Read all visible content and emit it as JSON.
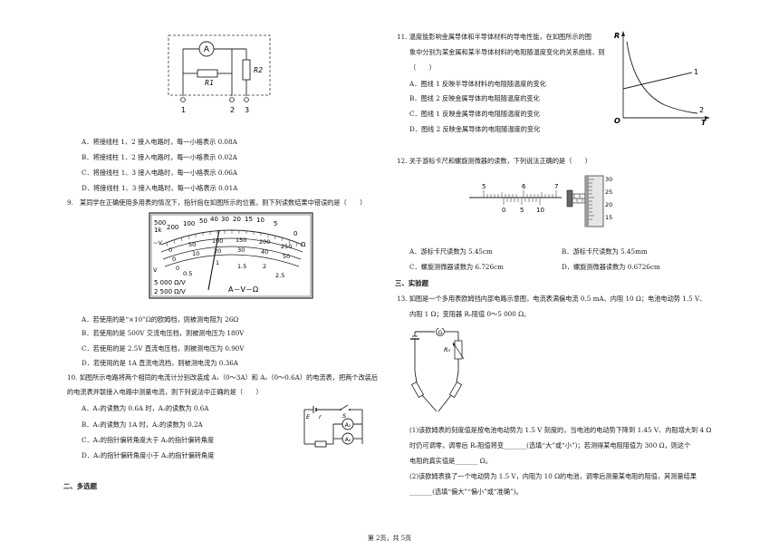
{
  "q8": {
    "options": [
      "A．将接线柱 1、2 接入电路时，每一小格表示 0.08A",
      "B．将接线柱 1、2 接入电路时，每一小格表示 0.02A",
      "C．将接线柱 1、3 接入电路时，每一小格表示 0.06A",
      "D．将接线柱 1、3 接入电路时，每一小格表示 0.01A"
    ],
    "circuit": {
      "meter": "A",
      "r1": "R1",
      "r2": "R2",
      "t1": "1",
      "t2": "2",
      "t3": "3"
    }
  },
  "q9": {
    "stem": "9.　某同学在正确使用多用表的情况下，指针指在如图所示的位置。则下列读数结果中错误的是（　　）",
    "options": [
      "A．若使用的是“×10”Ω的欧姆档，则被测电阻为 26Ω",
      "B．若使用的是 500V 交流电压档，则被测电压为 180V",
      "C．若使用的是 2.5V 直流电压档，则被测电压为 0.90V",
      "D．若使用的是 1A 直流电流档，则被测电流为 0.36A"
    ],
    "meter": {
      "ohm_ticks": [
        "500",
        "1k",
        "200",
        "100",
        "50",
        "40",
        "30",
        "20",
        "15",
        "10",
        "5",
        "0"
      ],
      "dc_ticks": [
        "0",
        "50",
        "100",
        "150",
        "200",
        "250"
      ],
      "mid_ticks": [
        "0",
        "10",
        "20",
        "30",
        "40",
        "50"
      ],
      "low_ticks": [
        "0",
        "0.5",
        "1",
        "1.5",
        "2",
        "2.5"
      ],
      "ac_label": "~V",
      "dc_label": "V",
      "omega": "Ω",
      "spec1": "5 000 Ω/V",
      "spec2": "2 500 Ω/V",
      "brand": "A－V－Ω"
    }
  },
  "q10": {
    "stem1": "10.  如图所示电路将两个相同的电流计分别改装成 A₁（0～3A）和 A₂（0～0.6A）的电流表，把两个改装后",
    "stem2": "的电流表并联接入电路中测量电流，则下列说法中正确的是（　　）",
    "options": [
      "A．A₁的读数为 0.6A 时，A₂的读数为 0.6A",
      "B．A₁的读数为 1A 时，A₂的读数为 0.2A",
      "C．A₁的指针偏转角度大于 A₂的指针偏转角度",
      "D．A₁的指针偏转角度小于 A₂的指针偏转角度"
    ],
    "circuit": {
      "e": "E",
      "r": "r",
      "s": "S",
      "a1": "A₁",
      "a2": "A₂"
    }
  },
  "section_multi": "二、多选题",
  "q11": {
    "stem1": "11.  温度能影响金属导体和半导体材料的导电性能，在如图所示的图",
    "stem2": "象中分别为某金属和某半导体材料的电阻随温度变化的关系曲线，则",
    "stem3": "（　　）",
    "options": [
      "A．图线 1 反映半导体材料的电阻随温度的变化",
      "B．图线 2 反映金属导体的电阻随温度的变化",
      "C．图线 1 反映金属导体的电阻随温度的变化",
      "D．图线 2 反映金属导体的电阻随温度的变化"
    ],
    "graph": {
      "y": "R",
      "x": "T",
      "o": "O",
      "l1": "1",
      "l2": "2"
    }
  },
  "q12": {
    "stem": "12.  关于游标卡尺和螺旋测微器的读数，下列说法正确的是（　　）",
    "options": [
      "A．游标卡尺读数为 5.45cm",
      "B．游标卡尺读数为 5.45mm",
      "C．螺旋测微器读数为 6.726cm",
      "D．螺旋测微器读数为 0.6726cm"
    ],
    "caliper": {
      "main": [
        "5",
        "6",
        "7"
      ],
      "vernier": [
        "0",
        "5",
        "10"
      ]
    },
    "micrometer": [
      "30",
      "25",
      "20",
      "15"
    ]
  },
  "section_exp": "三、实验题",
  "q13": {
    "stem1": "13.  如图是一个多用表欧姆挡内部电路示意图，电流表满偏电流 0.5 mA、内阻 10 Ω；电池电动势 1.5 V、",
    "stem2": "内阻 1 Ω；变阻器 R₀阻值 0～5 000 Ω。",
    "p1a": "(1)该欧姆表的刻度值是按电池电动势为 1.5 V 刻度的，当电池的电动势下降到 1.45 V、内阻增大到 4 Ω",
    "p1b": "时仍可调零，调零后 R₀阻值将变_______(选填“大”或“小”)；若测得某电阻阻值为 300 Ω，则这个",
    "p1c": "电阻的真实值是_______ Ω。",
    "p2a": "(2)该欧姆表换了一个电动势为 1.5 V，内阻为 10 Ω的电池，调零后测量某电阻的阻值，其测量结果",
    "p2b": "_______(选填“偏大”“偏小”或“准确”)。",
    "circuit": {
      "g": "G",
      "r0": "R₀"
    }
  },
  "footer": "第 2页，共 5页"
}
